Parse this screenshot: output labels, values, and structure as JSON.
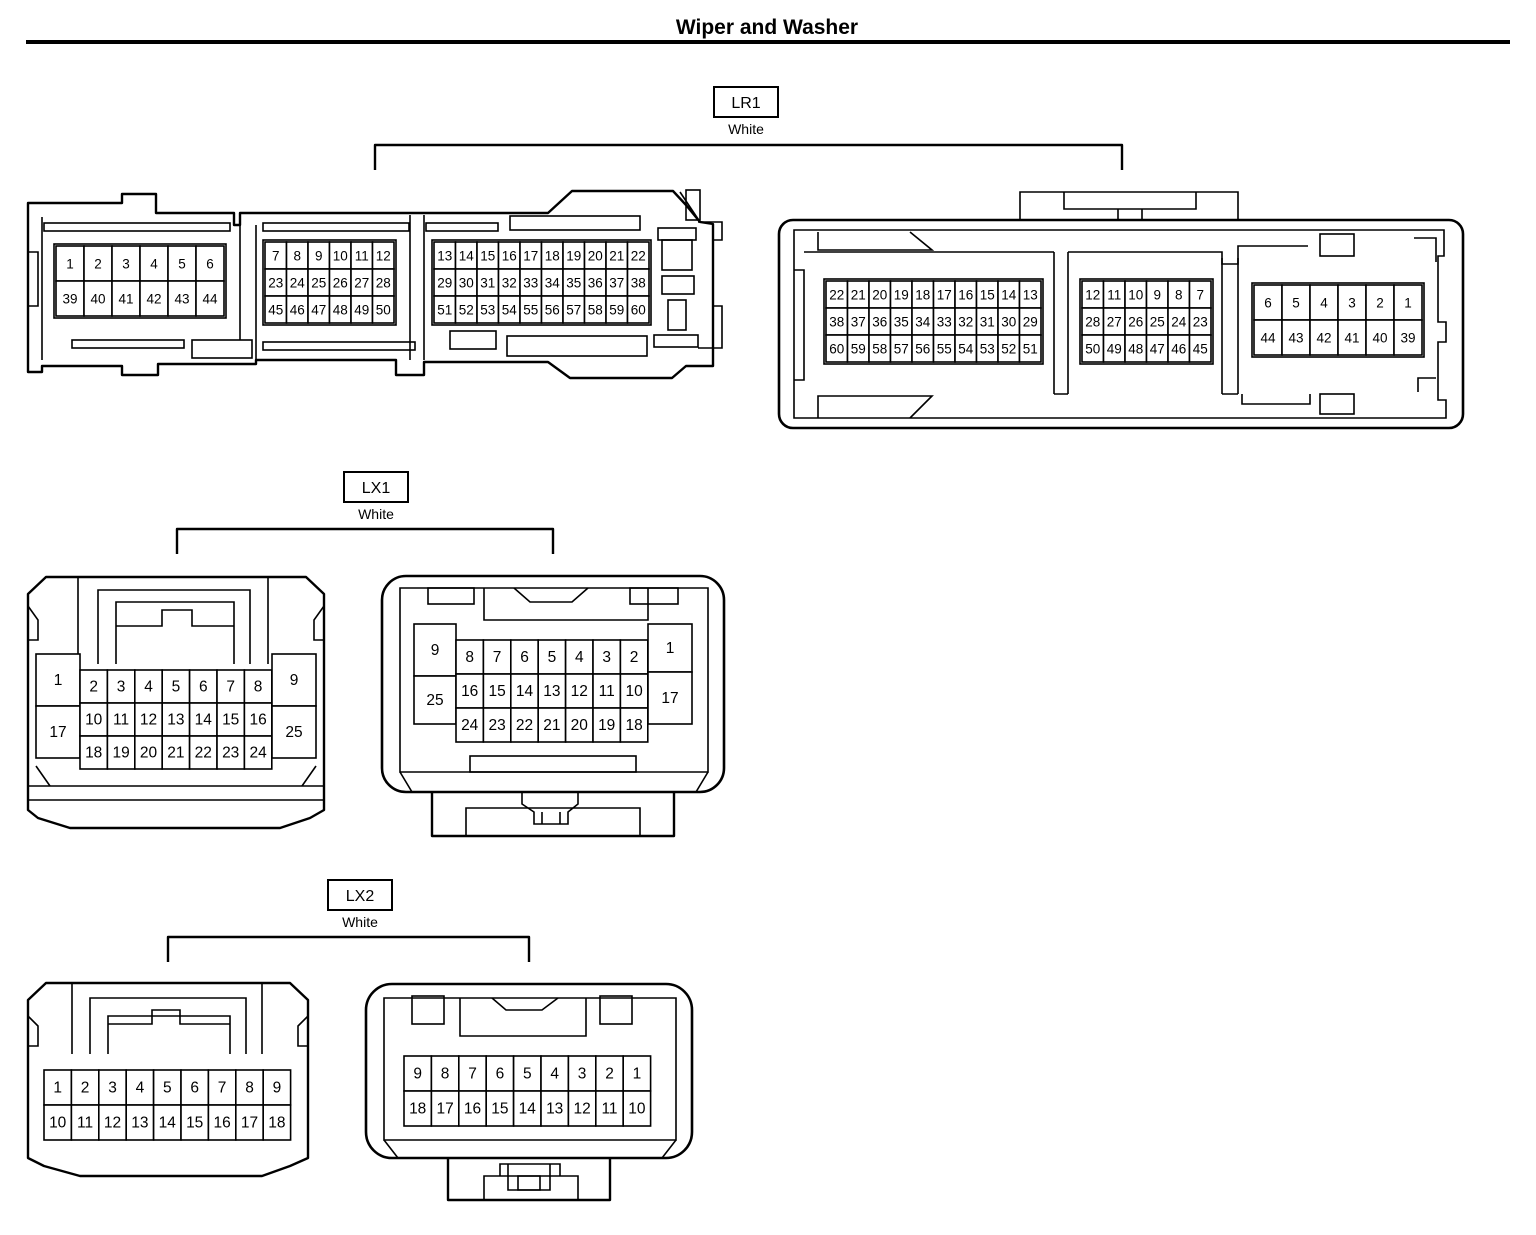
{
  "page": {
    "title": "Wiper and Washer"
  },
  "connectors": {
    "lr1": {
      "code": "LR1",
      "color": "White",
      "left": {
        "a": [
          [
            "1",
            "2",
            "3",
            "4",
            "5",
            "6"
          ],
          [
            "39",
            "40",
            "41",
            "42",
            "43",
            "44"
          ]
        ],
        "b": [
          [
            "7",
            "8",
            "9",
            "10",
            "11",
            "12"
          ],
          [
            "23",
            "24",
            "25",
            "26",
            "27",
            "28"
          ],
          [
            "45",
            "46",
            "47",
            "48",
            "49",
            "50"
          ]
        ],
        "c": [
          [
            "13",
            "14",
            "15",
            "16",
            "17",
            "18",
            "19",
            "20",
            "21",
            "22"
          ],
          [
            "29",
            "30",
            "31",
            "32",
            "33",
            "34",
            "35",
            "36",
            "37",
            "38"
          ],
          [
            "51",
            "52",
            "53",
            "54",
            "55",
            "56",
            "57",
            "58",
            "59",
            "60"
          ]
        ]
      },
      "right": {
        "a": [
          [
            "22",
            "21",
            "20",
            "19",
            "18",
            "17",
            "16",
            "15",
            "14",
            "13"
          ],
          [
            "38",
            "37",
            "36",
            "35",
            "34",
            "33",
            "32",
            "31",
            "30",
            "29"
          ],
          [
            "60",
            "59",
            "58",
            "57",
            "56",
            "55",
            "54",
            "53",
            "52",
            "51"
          ]
        ],
        "b": [
          [
            "12",
            "11",
            "10",
            "9",
            "8",
            "7"
          ],
          [
            "28",
            "27",
            "26",
            "25",
            "24",
            "23"
          ],
          [
            "50",
            "49",
            "48",
            "47",
            "46",
            "45"
          ]
        ],
        "c": [
          [
            "6",
            "5",
            "4",
            "3",
            "2",
            "1"
          ],
          [
            "44",
            "43",
            "42",
            "41",
            "40",
            "39"
          ]
        ]
      }
    },
    "lx1": {
      "code": "LX1",
      "color": "White",
      "left": {
        "side_left": [
          "1",
          "17"
        ],
        "grid": [
          [
            "2",
            "3",
            "4",
            "5",
            "6",
            "7",
            "8"
          ],
          [
            "10",
            "11",
            "12",
            "13",
            "14",
            "15",
            "16"
          ],
          [
            "18",
            "19",
            "20",
            "21",
            "22",
            "23",
            "24"
          ]
        ],
        "side_right": [
          "9",
          "25"
        ]
      },
      "right": {
        "side_left": [
          "9",
          "25"
        ],
        "grid": [
          [
            "8",
            "7",
            "6",
            "5",
            "4",
            "3",
            "2"
          ],
          [
            "16",
            "15",
            "14",
            "13",
            "12",
            "11",
            "10"
          ],
          [
            "24",
            "23",
            "22",
            "21",
            "20",
            "19",
            "18"
          ]
        ],
        "side_right": [
          "1",
          "17"
        ]
      }
    },
    "lx2": {
      "code": "LX2",
      "color": "White",
      "left": {
        "grid": [
          [
            "1",
            "2",
            "3",
            "4",
            "5",
            "6",
            "7",
            "8",
            "9"
          ],
          [
            "10",
            "11",
            "12",
            "13",
            "14",
            "15",
            "16",
            "17",
            "18"
          ]
        ]
      },
      "right": {
        "grid": [
          [
            "9",
            "8",
            "7",
            "6",
            "5",
            "4",
            "3",
            "2",
            "1"
          ],
          [
            "18",
            "17",
            "16",
            "15",
            "14",
            "13",
            "12",
            "11",
            "10"
          ]
        ]
      }
    }
  }
}
